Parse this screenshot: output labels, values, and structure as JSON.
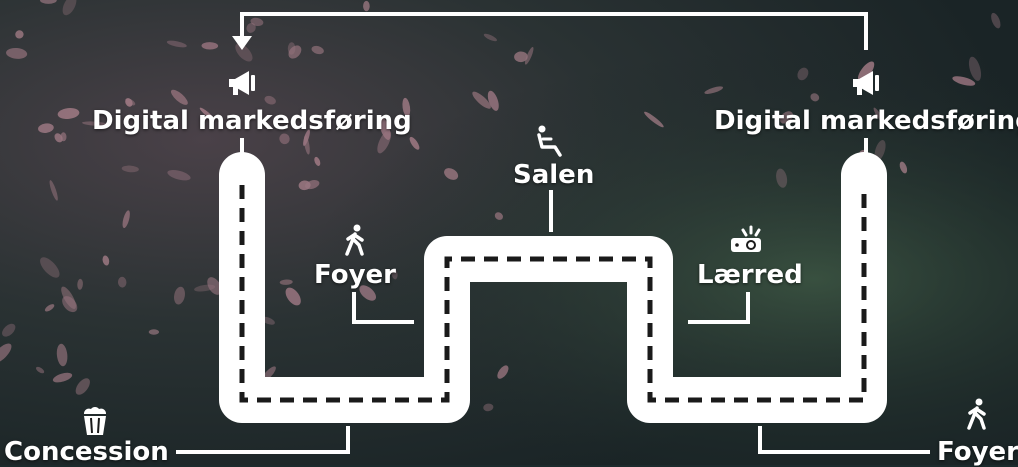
{
  "colors": {
    "background_dark": "#1c2a2c",
    "path_white": "#ffffff",
    "dash_dark": "#1a1a1a",
    "petal_pink": "#b98a96"
  },
  "labels": {
    "digital_left": "Digital markedsføring",
    "digital_right": "Digital markedsføring",
    "salen": "Salen",
    "foyer_left": "Foyer",
    "laerred": "Lærred",
    "concession": "Concession",
    "foyer_right": "Foyer"
  },
  "icons": {
    "digital_left": "megaphone-icon",
    "digital_right": "megaphone-icon",
    "salen": "seat-icon",
    "foyer_left": "walking-person-icon",
    "laerred": "projector-icon",
    "concession": "popcorn-icon",
    "foyer_right": "walking-person-icon"
  }
}
